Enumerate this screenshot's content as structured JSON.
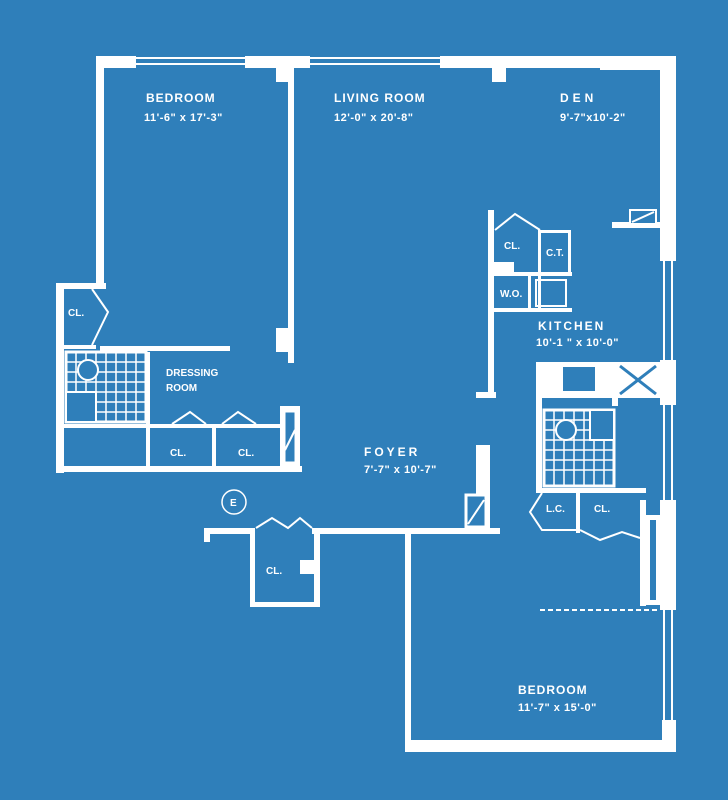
{
  "plan": {
    "rooms": [
      {
        "name": "BEDROOM",
        "size": "11'-6\" x 17'-3\""
      },
      {
        "name": "LIVING ROOM",
        "size": "12'-0\" x 20'-8\""
      },
      {
        "name": "DEN",
        "size": "9'-7\"x10'-2\""
      },
      {
        "name": "KITCHEN",
        "size": "10'-1 \" x 10'-0\""
      },
      {
        "name": "FOYER",
        "size": "7'-7\" x 10'-7\""
      },
      {
        "name": "BEDROOM",
        "size": "11'-7\" x 15'-0\""
      }
    ],
    "dressing_room": [
      "DRESSING",
      "ROOM"
    ],
    "closets": {
      "cl": "CL.",
      "ct": "C.T.",
      "wo": "W.O.",
      "lc": "L.C."
    },
    "entry_marker": "E",
    "colors": {
      "background": "#2f7fba",
      "lines": "#ffffff"
    }
  }
}
